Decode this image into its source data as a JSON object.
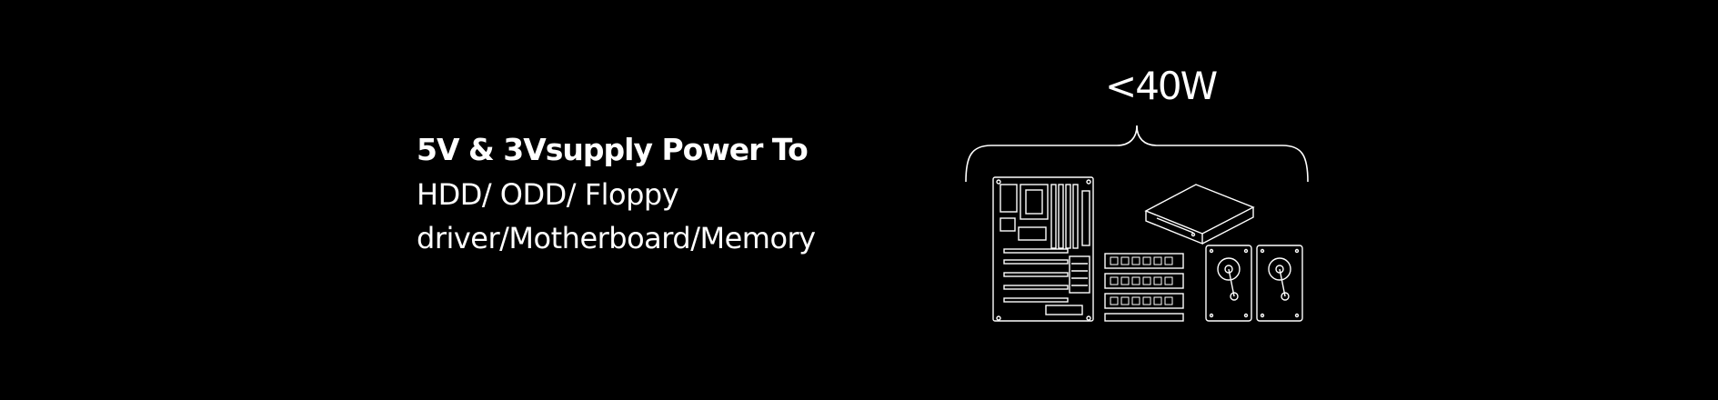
{
  "content": {
    "heading": "5V & 3Vsupply Power To",
    "line1": "HDD/ ODD/ Floppy",
    "line2": "driver/Motherboard/Memory"
  },
  "diagram": {
    "power_label": "<40W",
    "line_color": "#ffffff"
  }
}
